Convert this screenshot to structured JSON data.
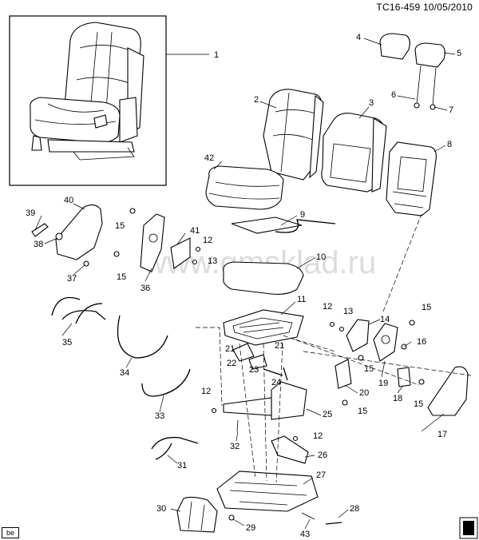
{
  "header": {
    "code": "TC16-459",
    "date": "10/05/2010"
  },
  "watermark": "www.gmsklad.ru",
  "corner_tag": "be",
  "callouts": [
    "1",
    "2",
    "3",
    "4",
    "5",
    "6",
    "7",
    "8",
    "9",
    "10",
    "11",
    "12",
    "13",
    "14",
    "15",
    "16",
    "17",
    "18",
    "19",
    "20",
    "21",
    "22",
    "23",
    "24",
    "25",
    "26",
    "27",
    "28",
    "29",
    "30",
    "31",
    "32",
    "33",
    "34",
    "35",
    "36",
    "37",
    "38",
    "39",
    "40",
    "41",
    "42",
    "43"
  ],
  "colors": {
    "line": "#000000",
    "background": "#ffffff",
    "watermark": "#dcdcdc"
  }
}
